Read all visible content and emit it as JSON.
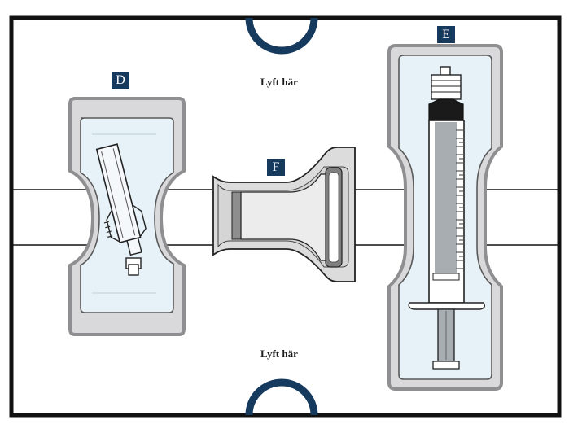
{
  "labels": {
    "lift_top": "Lyft här",
    "lift_bottom": "Lyft här"
  },
  "badges": {
    "d": "D",
    "e": "E",
    "f": "F"
  },
  "colors": {
    "badge": "#163a5e",
    "frame": "#111111",
    "tray": "#d9d9db",
    "tray_border": "#8f8f92",
    "pouch": "#e6f2f8",
    "finger_hole": "#163a5e"
  }
}
